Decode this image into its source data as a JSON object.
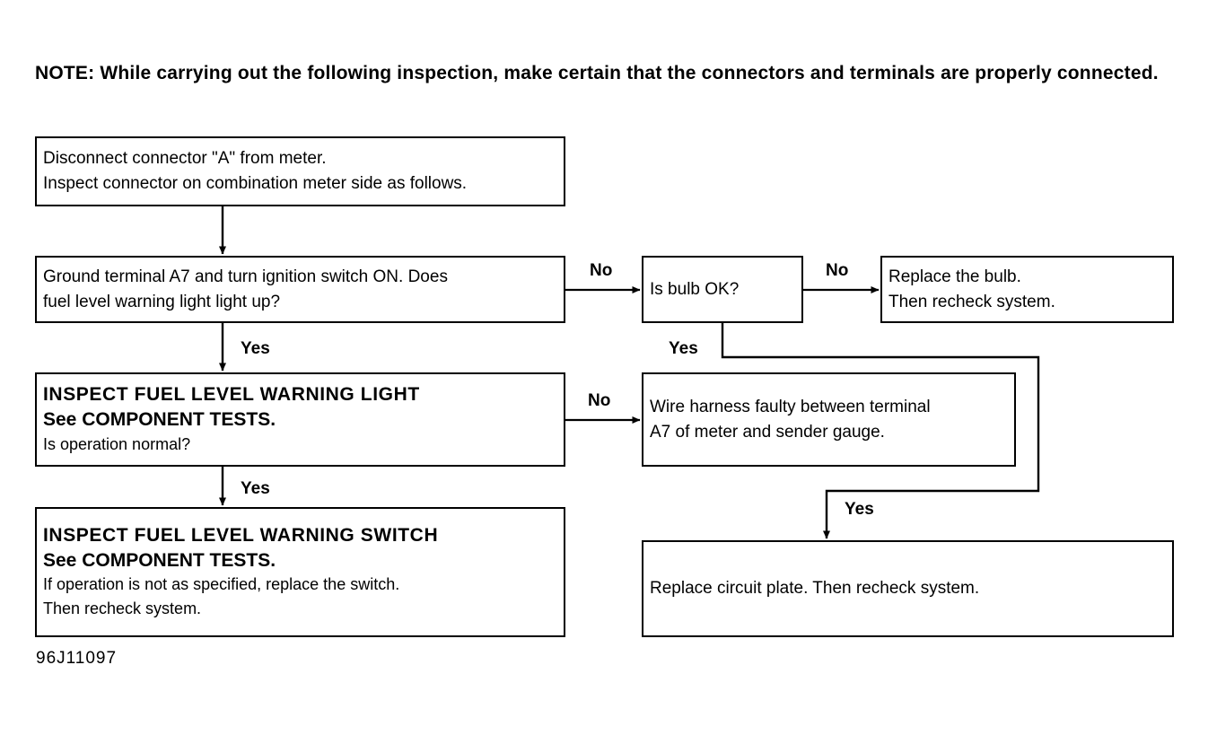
{
  "note": {
    "text": "NOTE:  While carrying out the following inspection, make certain that the connectors and terminals are properly connected."
  },
  "footer": {
    "reference": "96J11097"
  },
  "boxes": {
    "disconnect": {
      "lines": [
        "Disconnect connector \"A\" from meter.",
        "Inspect connector on combination meter side as follows."
      ]
    },
    "ground": {
      "lines": [
        "Ground terminal A7 and turn ignition switch ON. Does",
        "fuel level warning light light up?"
      ]
    },
    "inspect_light": {
      "heading": "INSPECT FUEL LEVEL WARNING LIGHT",
      "subheading": "See COMPONENT TESTS.",
      "question": "Is operation normal?"
    },
    "inspect_switch": {
      "heading": "INSPECT FUEL LEVEL WARNING SWITCH",
      "subheading": "See COMPONENT TESTS.",
      "lines": [
        "If operation is not as specified, replace the switch.",
        "Then recheck system."
      ]
    },
    "bulb": {
      "text": "Is bulb OK?"
    },
    "replace_bulb": {
      "lines": [
        "Replace the bulb.",
        "Then recheck system."
      ]
    },
    "harness": {
      "lines": [
        "Wire harness faulty between terminal",
        "A7 of meter and sender gauge."
      ]
    },
    "circuit": {
      "text": "Replace circuit plate. Then recheck system."
    }
  },
  "edge_labels": {
    "yes_ground_to_inspect_light": "Yes",
    "yes_inspect_light_to_switch": "Yes",
    "no_ground_to_bulb": "No",
    "no_inspect_light_to_harness": "No",
    "no_bulb_to_replace": "No",
    "yes_bulb_down": "Yes",
    "yes_to_circuit": "Yes"
  },
  "colors": {
    "ink": "#000000",
    "paper": "#ffffff"
  }
}
